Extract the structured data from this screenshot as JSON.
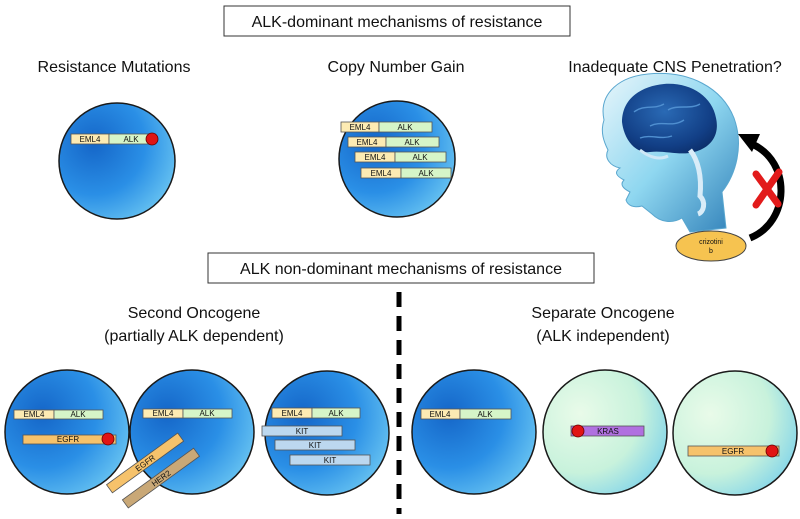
{
  "top_title": "ALK-dominant mechanisms of resistance",
  "bottom_title": "ALK non-dominant mechanisms of resistance",
  "panels": {
    "resistance_mutations": "Resistance Mutations",
    "copy_number_gain": "Copy Number Gain",
    "cns_penetration": "Inadequate CNS Penetration?",
    "second_oncogene_line1": "Second Oncogene",
    "second_oncogene_line2": "(partially ALK dependent)",
    "separate_oncogene_line1": "Separate Oncogene",
    "separate_oncogene_line2": "(ALK independent)"
  },
  "genes": {
    "eml4": "EML4",
    "alk": "ALK",
    "egfr": "EGFR",
    "her2": "HER2",
    "kit": "KIT",
    "kras": "KRAS"
  },
  "drug": {
    "line1": "crizotini",
    "line2": "b"
  },
  "colors": {
    "cell_blue": "#2a8fe6",
    "cell_green": "#c8f2dc",
    "eml4_fill": "#fdebb3",
    "alk_fill": "#d6f5c8",
    "egfr_fill": "#f6c26b",
    "her2_fill": "#c9a877",
    "kit_fill": "#bcd8ef",
    "kras_fill": "#b070e0",
    "mutation_red": "#e01414",
    "drug_fill": "#f6c350"
  },
  "icons": [
    "brain-head-icon",
    "curved-arrow-icon",
    "red-x-icon"
  ]
}
